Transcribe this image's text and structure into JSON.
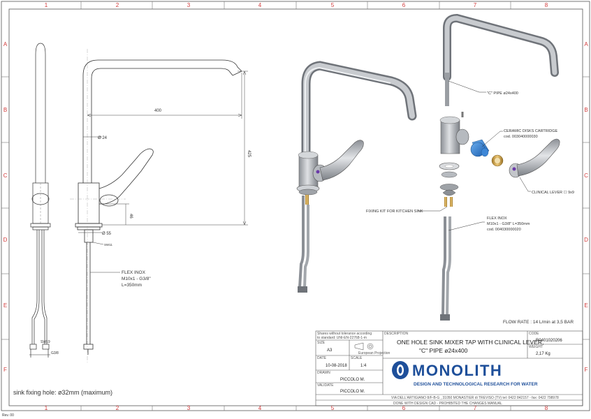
{
  "frame": {
    "col_labels": [
      "1",
      "2",
      "3",
      "4",
      "5",
      "6",
      "7",
      "8"
    ],
    "row_labels": [
      "A",
      "B",
      "C",
      "D",
      "E",
      "F"
    ],
    "rev": "Rev. 00"
  },
  "dims": {
    "width": "400",
    "height": "425",
    "pipe_dia": "Ø 24",
    "base_dia": "Ø 55",
    "lever_h": "46",
    "sw_top": "SW11",
    "sw19": "SW19",
    "g38": "G3/8"
  },
  "labels": {
    "flex_inox": [
      "FLEX INOX",
      "M10x1 - G3/8\"",
      "L=350mm"
    ],
    "c_pipe": "\"C\" PIPE ø24x400",
    "cartridge": [
      "CERAMIC DISKS CARTRIDGE",
      "cod. 003040000030"
    ],
    "clinical_lever": "CLINICAL LEVER ☐ 9x9",
    "fixing_kit": "FIXING KIT FOR KITCHEN SINK",
    "flex_inox_exploded": [
      "FLEX INOX",
      "M10x1 - G3/8\" L=350mm",
      "cod. 004030000020"
    ],
    "sink_hole": "sink fixing hole: ø32mm (maximum)",
    "flow_rate": "FLOW RATE : 14 L/min at 3,5 BAR"
  },
  "title_block": {
    "tolerance": [
      "Shares without tolerance according",
      "to standard:  UNI-EN-22768-1-m"
    ],
    "size_label": "SIZE",
    "size_value": "A3",
    "projection": "European Projection",
    "date_label": "DATE",
    "date_value": "10-08-2018",
    "scale_label": "SCALE",
    "scale_value": "1:4",
    "drawn_label": "DRAWN",
    "drawn_value": "PICCOLO M.",
    "validate_label": "VALIDATE",
    "validate_value": "PICCOLO M.",
    "description_label": "DESCRIPTION",
    "description": [
      "ONE HOLE SINK MIXER TAP WITH CLINICAL LEVER,",
      "\"C\" PIPE ø24x400"
    ],
    "code_label": "CODE",
    "code_value": "R0401020206",
    "weight_label": "WEIGHT",
    "weight_value": "2,17 Kg",
    "brand": "MONOLITH",
    "brand_tagline": "DESIGN AND TECHNOLOGICAL RESEARCH FOR WATER",
    "address": "VIA DELL'ARTIGIANO 8/F-B-G , 31050 MONASTIER di TREVISO (TV) tel: 0422 842157 - fax: 0422 798978",
    "footer": "DONE WITH DESIGN CAD - PROHIBITED THE CHANGES MANUAL"
  },
  "colors": {
    "frame_label": "#d23a3a",
    "brand_blue": "#1e4f9a",
    "metal": "#b9bcc0",
    "cartridge": "#2a7bd6",
    "brass": "#c9a24a"
  }
}
